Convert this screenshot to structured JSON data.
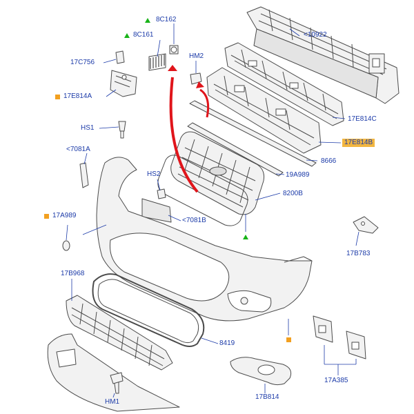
{
  "diagram": {
    "colors": {
      "label": "#1b3aa8",
      "leader": "#1b3aa8",
      "outline": "#4a4a4a",
      "part_fill": "#f2f2f2",
      "arrow": "#e0151b",
      "highlight": "#f2b640",
      "marker_green": "#18b318",
      "marker_orange": "#f2a020"
    },
    "labels": {
      "c8c162": "8C162",
      "c8c161": "8C161",
      "c10922": "<10922",
      "c17c756": "17C756",
      "hm2": "HM2",
      "c17e814a": "17E814A",
      "c17e814c": "17E814C",
      "c17e814b": "17E814B",
      "hs1": "HS1",
      "c8666": "8666",
      "c7081a": "<7081A",
      "hs2": "HS2",
      "c19a989": "19A989",
      "c8200b": "8200B",
      "c7081b": "<7081B",
      "c17a989": "17A989",
      "c17b783": "17B783",
      "c17b968": "17B968",
      "c8419": "8419",
      "hm1": "HM1",
      "c17b814": "17B814",
      "c17a385": "17A385"
    },
    "icons": {
      "green_marker": "green-triangle-icon",
      "orange_marker": "orange-square-icon",
      "arrow": "red-curved-arrow"
    }
  }
}
